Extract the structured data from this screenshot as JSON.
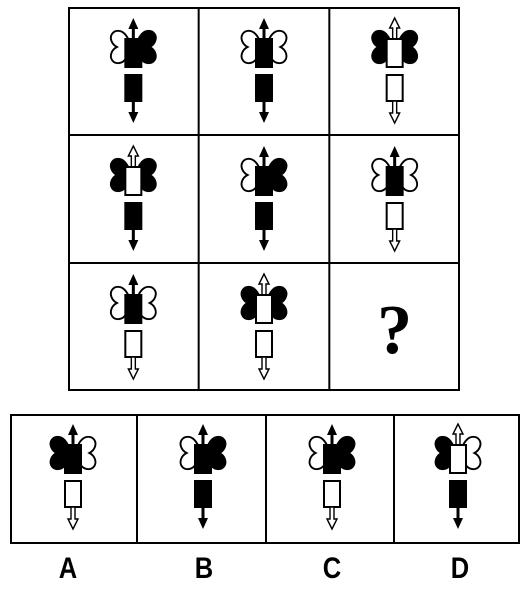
{
  "puzzle": {
    "question_mark": "?",
    "grid": [
      [
        {
          "top": "black",
          "bottom": "black",
          "left": "white",
          "right": "black"
        },
        {
          "top": "black",
          "bottom": "black",
          "left": "white",
          "right": "white"
        },
        {
          "top": "white",
          "bottom": "white",
          "left": "black",
          "right": "black"
        }
      ],
      [
        {
          "top": "white",
          "bottom": "black",
          "left": "black",
          "right": "black"
        },
        {
          "top": "black",
          "bottom": "black",
          "left": "white",
          "right": "black"
        },
        {
          "top": "black",
          "bottom": "white",
          "left": "white",
          "right": "white"
        }
      ],
      [
        {
          "top": "black",
          "bottom": "white",
          "left": "white",
          "right": "white"
        },
        {
          "top": "white",
          "bottom": "white",
          "left": "black",
          "right": "black"
        },
        null
      ]
    ],
    "options": [
      {
        "label": "A",
        "top": "black",
        "bottom": "white",
        "left": "black",
        "right": "white"
      },
      {
        "label": "B",
        "top": "black",
        "bottom": "black",
        "left": "white",
        "right": "black"
      },
      {
        "label": "C",
        "top": "black",
        "bottom": "white",
        "left": "white",
        "right": "black"
      },
      {
        "label": "D",
        "top": "white",
        "bottom": "black",
        "left": "black",
        "right": "white"
      }
    ]
  }
}
